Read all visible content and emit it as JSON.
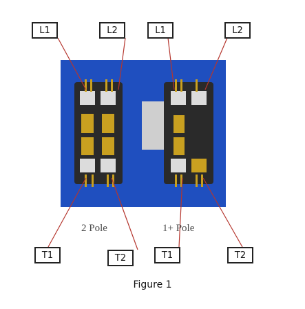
{
  "figure": {
    "caption": "Figure 1",
    "photo_background_color": "#1f4fbf",
    "leader_line_color": "#b5362e"
  },
  "contactors": [
    {
      "pole_label": "2 Pole",
      "terminals": {
        "top_left": "L1",
        "top_right": "L2",
        "bottom_left": "T1",
        "bottom_right": "T2"
      }
    },
    {
      "pole_label": "1+ Pole",
      "terminals": {
        "top_left": "L1",
        "top_right": "L2",
        "bottom_left": "T1",
        "bottom_right": "T2"
      }
    }
  ]
}
